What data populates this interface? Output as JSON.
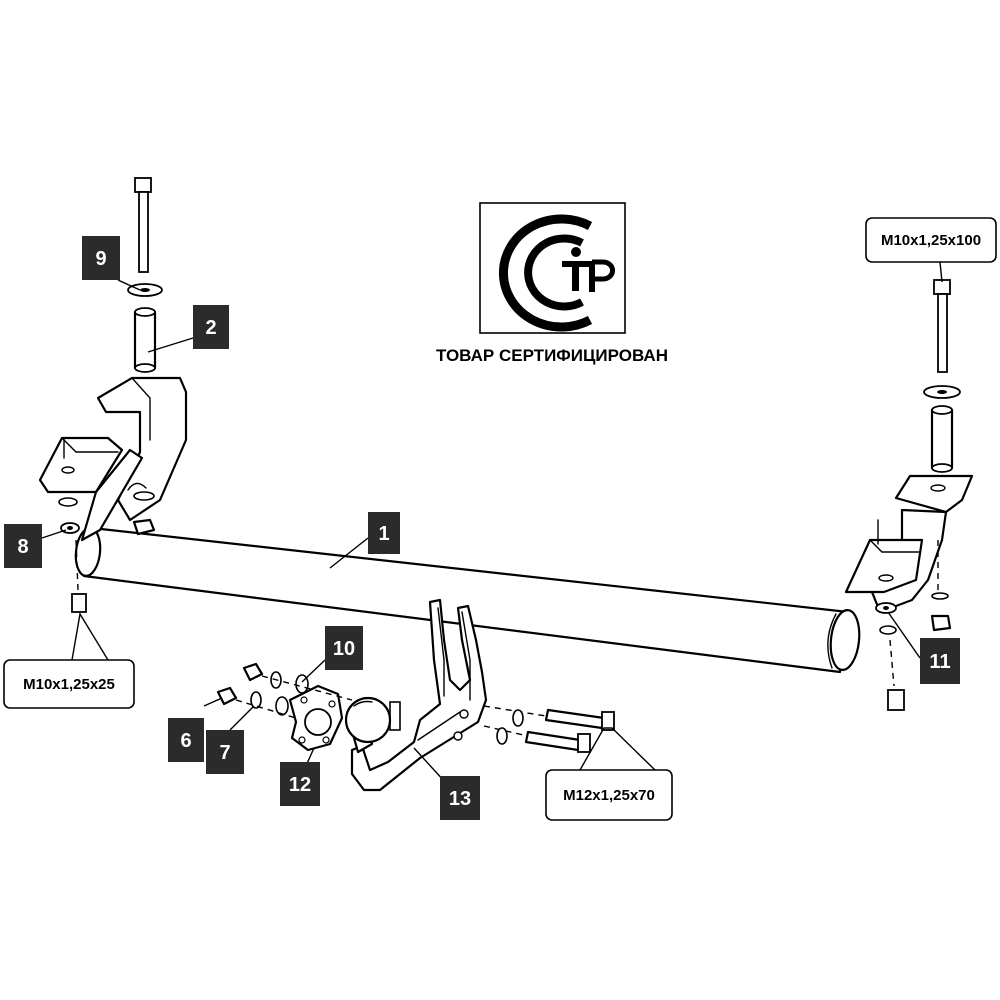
{
  "certification": {
    "logo_text": "СТР",
    "caption": "ТОВАР СЕРТИФИЦИРОВАН"
  },
  "callouts": {
    "n1": "1",
    "n2": "2",
    "n6": "6",
    "n7": "7",
    "n8": "8",
    "n9": "9",
    "n10": "10",
    "n11": "11",
    "n12": "12",
    "n13": "13"
  },
  "bolt_specs": {
    "top_right": "M10x1,25x100",
    "bottom_left": "M10x1,25x25",
    "hitch_bolts": "M12x1,25x70"
  }
}
